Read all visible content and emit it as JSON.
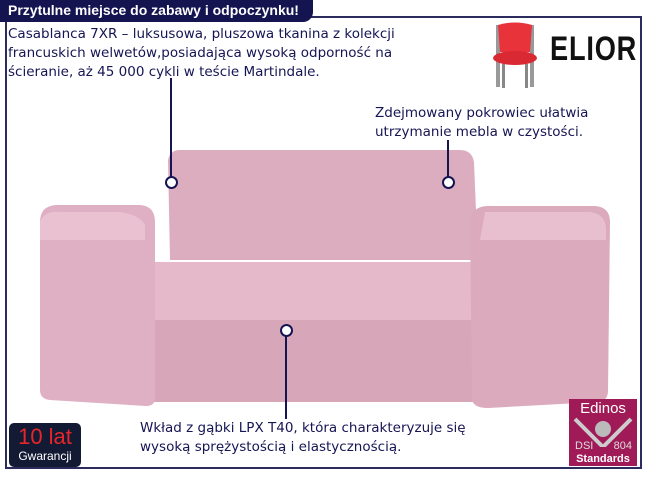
{
  "header": {
    "title": "Przytulne miejsce do zabawy i odpoczynku!"
  },
  "features": [
    {
      "text": "Casablanca 7XR – luksusowa, pluszowa tkanina z kolekcji francuskich welwetów,posiadająca wysoką odporność na ścieranie, aż 45 000 cykli w teście Martindale."
    },
    {
      "text": "Zdejmowany pokrowiec ułatwia utrzymanie mebla w czystości."
    },
    {
      "text": "Wkład z gąbki LPX T40, która charakteryzuje się wysoką sprężystością i elastycznością."
    }
  ],
  "brand": {
    "name": "ELIOR",
    "icon": "chair-icon"
  },
  "warranty": {
    "years": "10 lat",
    "label": "Gwarancji"
  },
  "certificate": {
    "name": "Edinos",
    "left": "DSI",
    "right": "804",
    "bottom": "Standards"
  },
  "colors": {
    "accent": "#141450",
    "sofa": "#e2b3c6",
    "certificate": "#a01a58"
  }
}
